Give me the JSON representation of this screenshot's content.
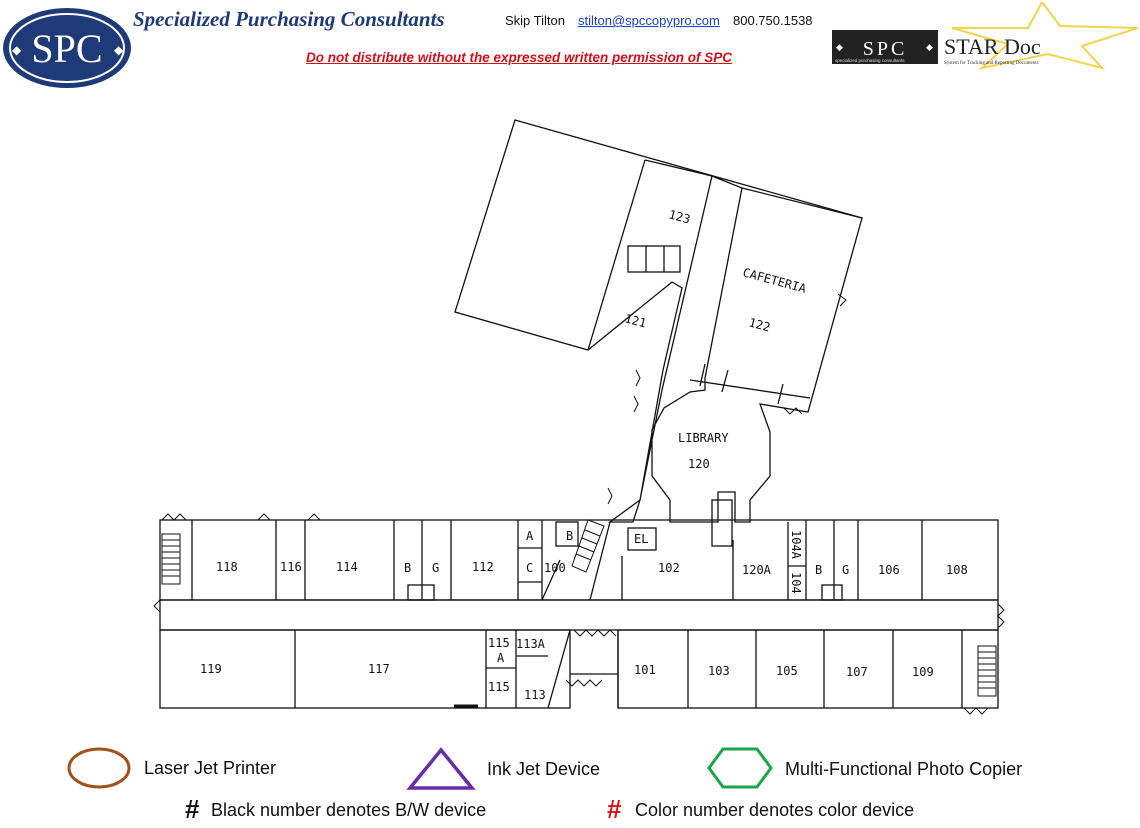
{
  "header": {
    "company": "Specialized Purchasing Consultants",
    "contact_name": "Skip Tilton",
    "contact_email": "stilton@spccopypro.com",
    "contact_phone": "800.750.1538",
    "warning": "Do not distribute without the expressed written permission of SPC",
    "logo_text": "SPC",
    "star_logo": {
      "brand": "SPC",
      "product": "STAR Doc",
      "tagline_left": "specialized purchasing consultants",
      "tagline_right": "System for Tracking and Reporting Documents"
    }
  },
  "floor_plan": {
    "rooms": {
      "r123": "123",
      "r121": "121",
      "cafeteria": "CAFETERIA",
      "r122": "122",
      "library": "LIBRARY",
      "r120": "120",
      "r118": "118",
      "r116": "116",
      "r114": "114",
      "b1": "B",
      "g1": "G",
      "r112": "112",
      "a1": "A",
      "c1": "C",
      "r100": "100",
      "b2": "B",
      "el": "EL",
      "r102": "102",
      "r120a": "120A",
      "r104a": "104A",
      "r104": "104",
      "b3": "B",
      "g2": "G",
      "r106": "106",
      "r108": "108",
      "r119": "119",
      "r117": "117",
      "r115a1": "115",
      "r115a2": "A",
      "r113a": "113A",
      "r115": "115",
      "r113": "113",
      "r101": "101",
      "r103": "103",
      "r105": "105",
      "r107": "107",
      "r109": "109"
    }
  },
  "legend": {
    "laser": "Laser Jet Printer",
    "inkjet": "Ink Jet Device",
    "mfp": "Multi-Functional Photo Copier",
    "bw_symbol": "#",
    "bw_text": "Black number denotes B/W device",
    "color_symbol": "#",
    "color_text": "Color number denotes color device"
  },
  "colors": {
    "brand_blue": "#1f3a78",
    "warning_red": "#d4111b",
    "laser_brown": "#a0521a",
    "inkjet_purple": "#6a2ca8",
    "mfp_green": "#1aa54a",
    "star_yellow": "#f2d54a"
  }
}
